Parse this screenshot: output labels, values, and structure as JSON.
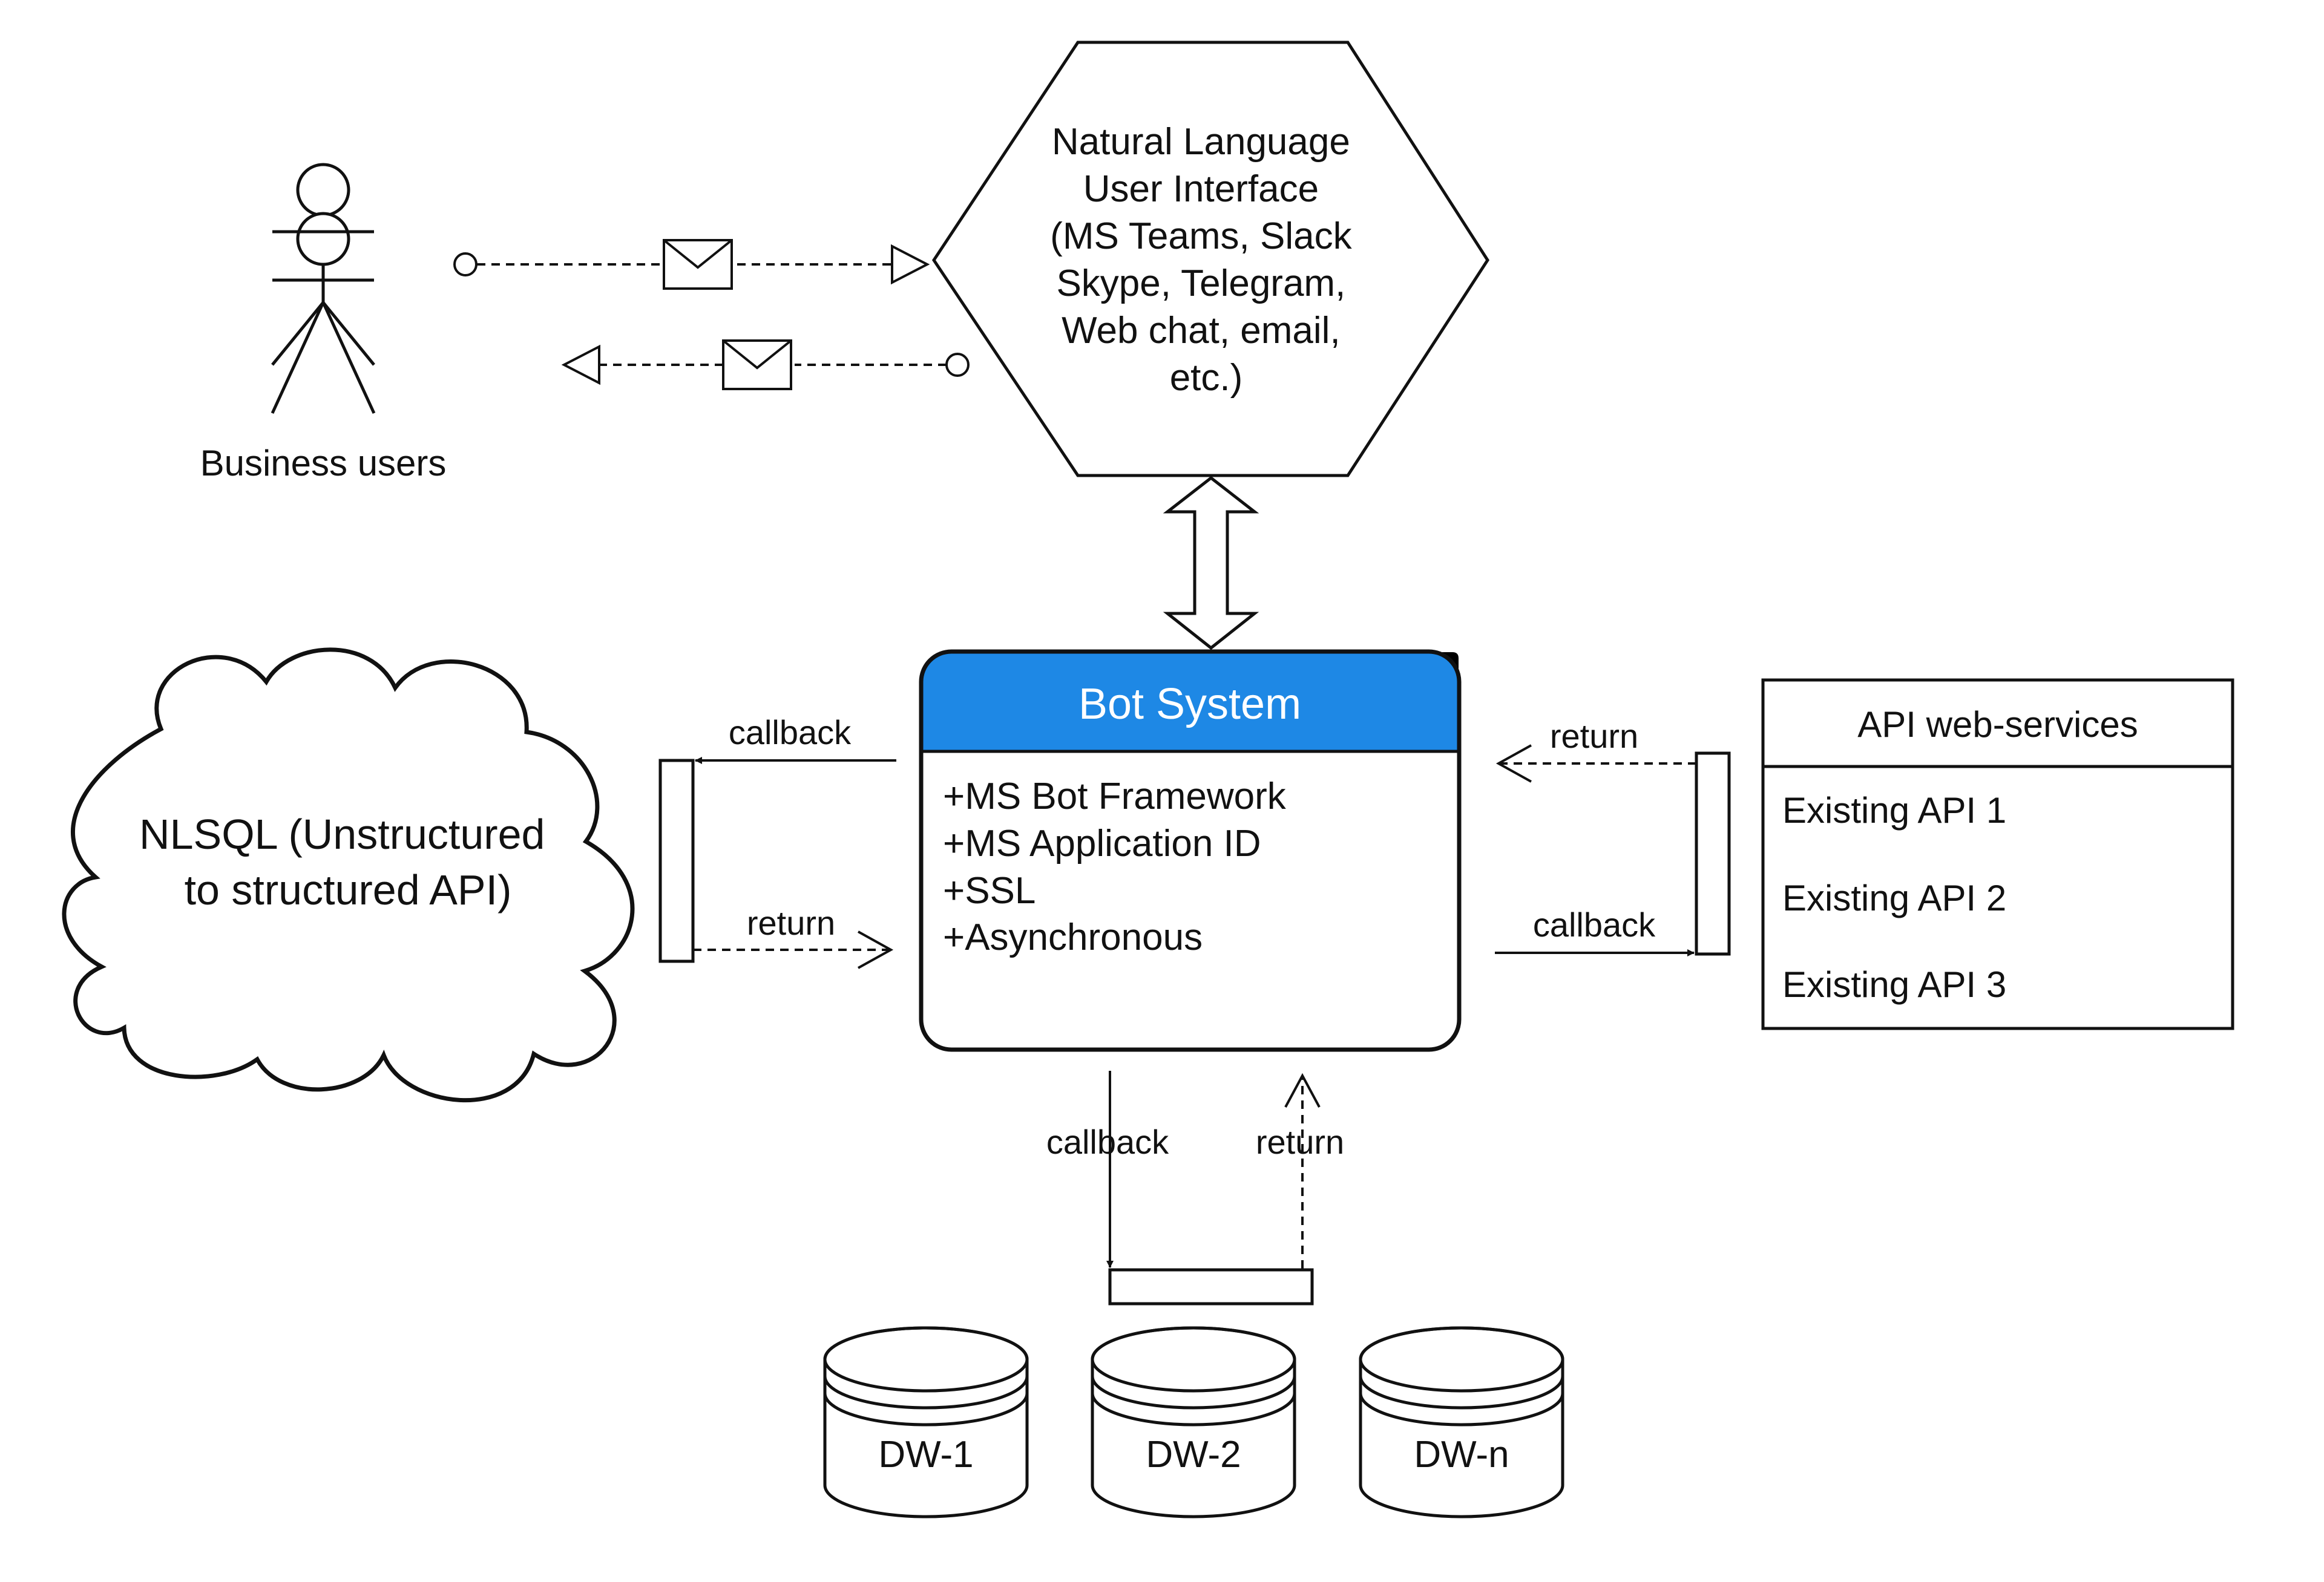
{
  "actor": {
    "label": "Business users"
  },
  "ui_node": {
    "lines": [
      "Natural Language",
      "User Interface",
      "(MS Teams, Slack",
      "Skype, Telegram,",
      "Web chat, email,",
      "etc.)"
    ]
  },
  "bot": {
    "title": "Bot System",
    "items": [
      "+MS Bot Framework",
      "+MS Application ID",
      "+SSL",
      "+Asynchronous"
    ],
    "header_color": "#1e88e5"
  },
  "nlsql": {
    "lines": [
      "NLSQL (Unstructured",
      "to structured API)"
    ]
  },
  "api": {
    "title": "API web-services",
    "items": [
      "Existing API 1",
      "Existing API 2",
      "Existing API 3"
    ]
  },
  "databases": [
    "DW-1",
    "DW-2",
    "DW-n"
  ],
  "edges": {
    "nlsql_callback": "callback",
    "nlsql_return": "return",
    "api_return": "return",
    "api_callback": "callback",
    "dw_callback": "callback",
    "dw_return": "return"
  },
  "icons": [
    "envelope-icon",
    "actor-icon",
    "database-icon",
    "cloud-shape",
    "hexagon-shape"
  ]
}
